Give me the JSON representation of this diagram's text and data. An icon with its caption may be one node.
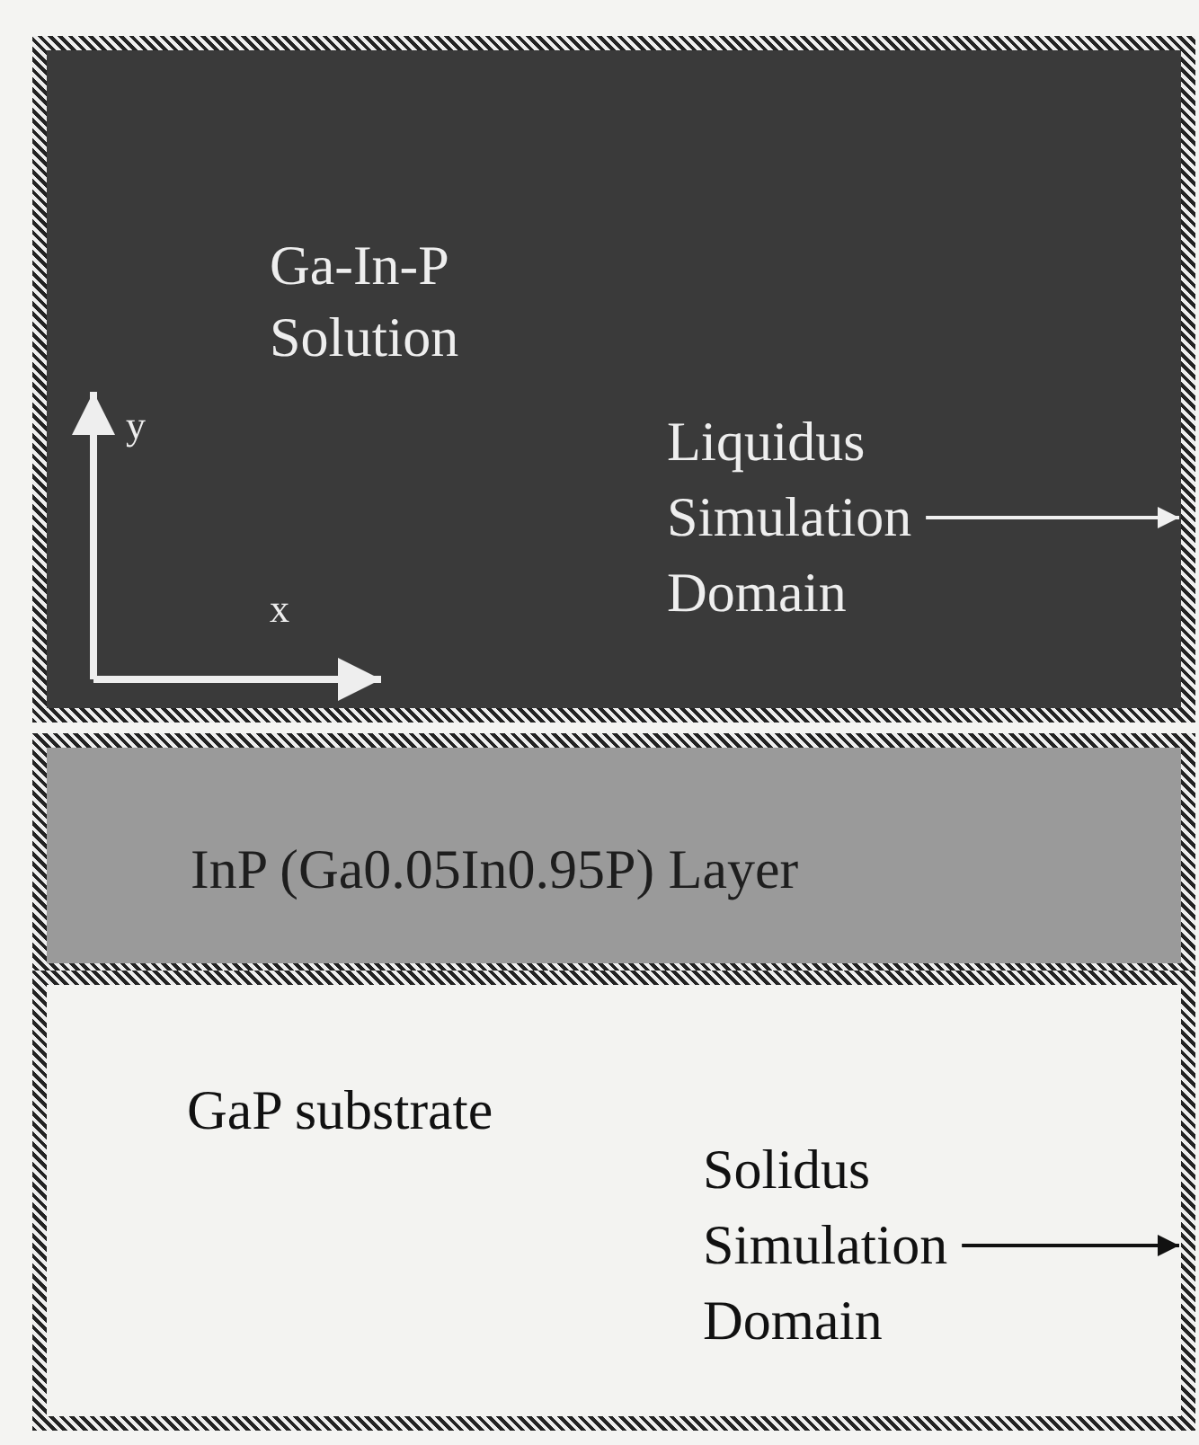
{
  "diagram": {
    "nodes": [
      {
        "text": [
          "Ga-In-P Solution"
        ]
      },
      {
        "text": [
          "Liquidus Simulation Domain"
        ],
        "in": 0
      },
      {
        "text": [
          "InP (Ga0.05In0.95P) Layer"
        ]
      },
      {
        "text": [
          "GaP substrate"
        ]
      },
      {
        "text": [
          "Solidus Simulation Domain"
        ],
        "in": 3
      }
    ],
    "edges": [
      {
        "from": 1,
        "to": null,
        "arrow": "to",
        "color": "#f0f0f0"
      },
      {
        "from": 4,
        "to": null,
        "arrow": "to",
        "color": "#111111"
      }
    ],
    "labels": [
      "y",
      "x"
    ]
  }
}
